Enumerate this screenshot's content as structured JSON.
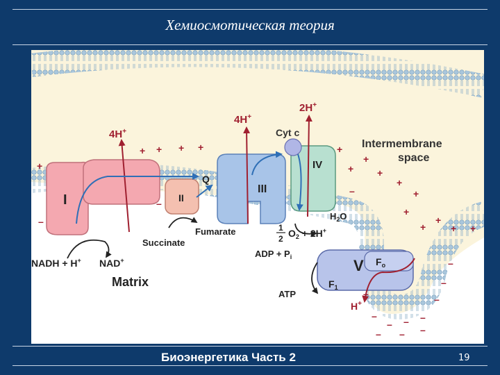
{
  "slide": {
    "title": "Хемиосмотическая теория",
    "footer": "Биоэнергетика Часть 2",
    "page_number": "19"
  },
  "diagram": {
    "intermembrane_space": [
      "Intermembrane",
      "space"
    ],
    "matrix": "Matrix",
    "complex_1": "I",
    "complex_2": "II",
    "complex_3": "III",
    "complex_4": "IV",
    "complex_5": "V",
    "q": "Q",
    "cyt_c": "Cyt c",
    "proton_1": "4H",
    "proton_3": "4H",
    "proton_4": "2H",
    "nadh": "NADH + H",
    "nad": "NAD",
    "succinate": "Succinate",
    "fumarate": "Fumarate",
    "o2_frac_num": "1",
    "o2_frac_den": "2",
    "o2_rest": "O",
    "o2_sub": "2",
    "o2_plus_2h": "+ 2H",
    "h2o": "H",
    "h2o_sub": "2",
    "h2o_o": "O",
    "adp_pi": "ADP + P",
    "pi_sub": "i",
    "atp": "ATP",
    "h_out": "H",
    "f0": "F",
    "f0_sub": "o",
    "f1": "F",
    "f1_sub": "1",
    "plus": "+",
    "minus": "–"
  },
  "colors": {
    "background": "#0e3a6b",
    "cytosol": "#fbf4dc",
    "matrix": "#ffffff",
    "membrane": "#a9c6dc",
    "arrow_red": "#a02030",
    "arrow_blue": "#2f6fb6",
    "complex_1": "#f4a8b0",
    "complex_2": "#f4c0b0",
    "complex_3": "#a8c4e8",
    "complex_4": "#b8e0d0",
    "atp_synthase": "#b8c4ea"
  }
}
